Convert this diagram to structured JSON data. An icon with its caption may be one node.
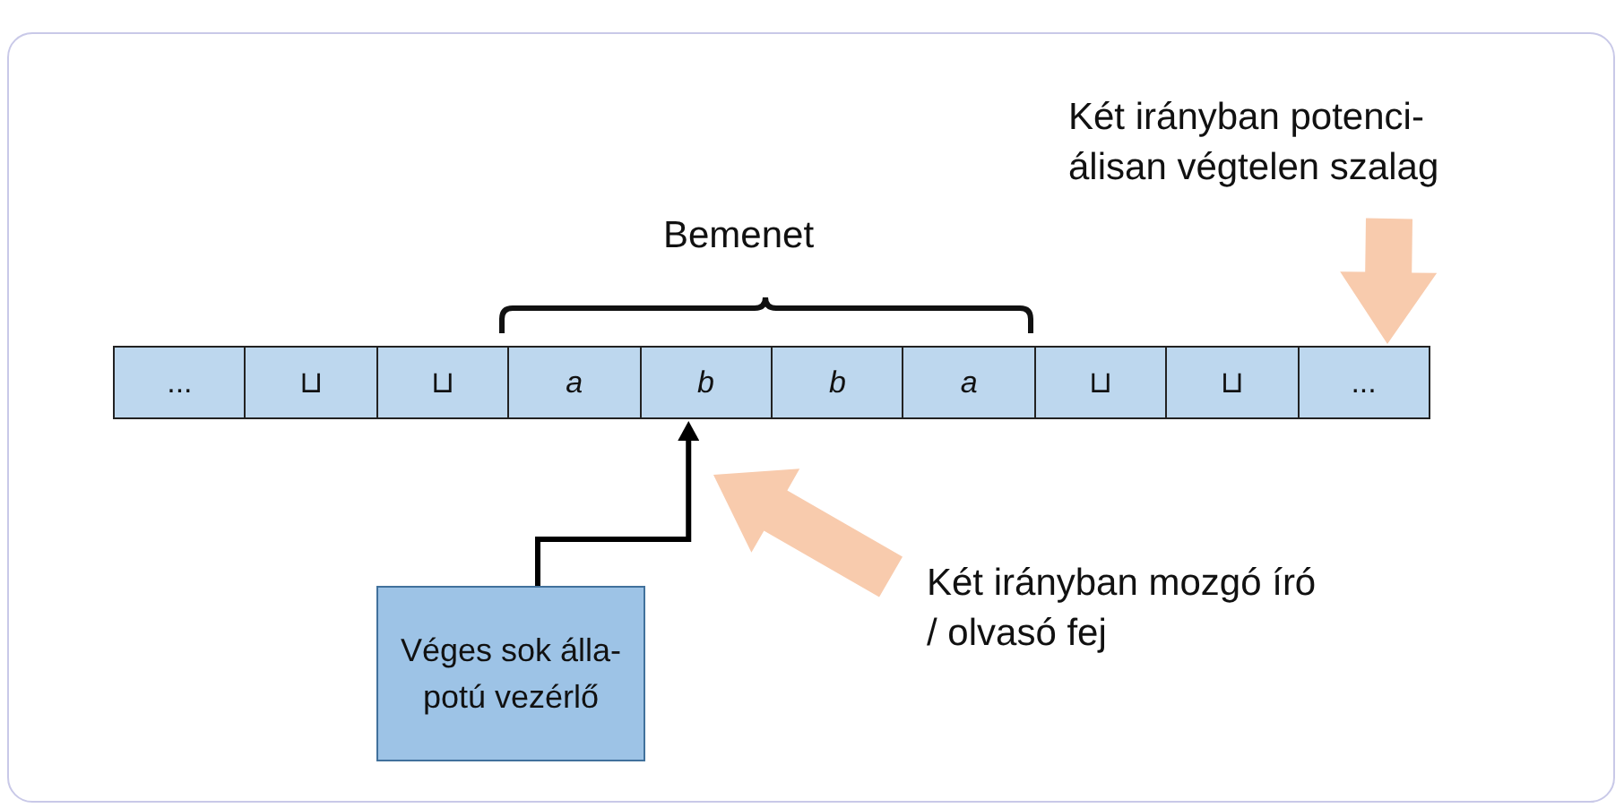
{
  "diagram": {
    "nodes": [
      {
        "text": [
          "..."
        ]
      },
      {
        "text": [
          "⊔"
        ]
      },
      {
        "text": [
          "⊔"
        ]
      },
      {
        "text": [
          "a"
        ]
      },
      {
        "text": [
          "b"
        ]
      },
      {
        "text": [
          "b"
        ]
      },
      {
        "text": [
          "a"
        ]
      },
      {
        "text": [
          "⊔"
        ]
      },
      {
        "text": [
          "⊔"
        ]
      },
      {
        "text": [
          "..."
        ]
      },
      {
        "text": [
          "Véges sok álla- potú vezérlő"
        ]
      },
      {
        "text": [
          "Két irányban potenci- álisan végtelen szalag"
        ]
      },
      {
        "text": [
          "Két irányban mozgó író / olvasó fej"
        ]
      }
    ],
    "edges": [
      {
        "from": 10,
        "to": 4,
        "arrow": "to",
        "color": "#000000"
      },
      {
        "from": 11,
        "to": 9,
        "arrow": "to",
        "style": "thick",
        "color": "#f8cbad"
      },
      {
        "from": 12,
        "to": null,
        "arrow": "to",
        "style": "thick",
        "color": "#f8cbad"
      }
    ],
    "labels": [
      "Bemenet"
    ]
  }
}
